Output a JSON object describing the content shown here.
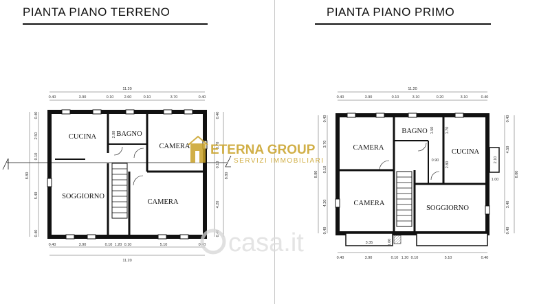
{
  "titles": {
    "ground": "PIANTA PIANO TERRENO",
    "first": "PIANTA PIANO PRIMO"
  },
  "ground_floor": {
    "rooms": {
      "cucina": "CUCINA",
      "bagno": "BAGNO",
      "camera_top": "CAMERA",
      "soggiorno": "SOGGIORNO",
      "camera_bottom": "CAMERA"
    },
    "dims": {
      "top_total": "11.20",
      "top_a": "0.40",
      "top_b": "3.90",
      "top_c": "0.10",
      "top_d": "2.60",
      "top_e": "0.10",
      "top_f": "3.70",
      "top_g": "0.40",
      "bottom_total": "11.20",
      "bottom_a": "0.40",
      "bottom_b": "3.90",
      "bottom_c": "0.10",
      "bottom_d": "1.20",
      "bottom_e": "0.10",
      "bottom_f": "5.10",
      "bottom_g": "0.40",
      "left_total": "8.80",
      "left_a": "0.40",
      "left_b": "2.50",
      "left_c": "0.10",
      "left_d": "5.40",
      "left_e": "0.40",
      "right_total": "8.80",
      "right_a": "0.40",
      "right_b": "3.70",
      "right_c": "0.10",
      "right_d": "4.20",
      "right_e": "0.40",
      "bagno_h": "2.00"
    }
  },
  "first_floor": {
    "rooms": {
      "camera_top": "CAMERA",
      "bagno": "BAGNO",
      "cucina": "CUCINA",
      "camera_bottom": "CAMERA",
      "soggiorno": "SOGGIORNO"
    },
    "dims": {
      "top_total": "11.20",
      "top_a": "0.40",
      "top_b": "3.90",
      "top_c": "0.10",
      "top_d": "3.10",
      "top_e": "0.20",
      "top_f": "3.10",
      "top_g": "0.40",
      "bottom_a": "0.40",
      "bottom_b": "3.90",
      "bottom_c": "0.10",
      "bottom_d": "1.20",
      "bottom_e": "0.10",
      "bottom_f": "5.10",
      "bottom_g": "0.40",
      "stair_w": "3.35",
      "stair_h": "1.00",
      "left_total": "8.80",
      "left_a": "0.40",
      "left_b": "3.70",
      "left_c": "0.10",
      "left_d": "4.20",
      "left_e": "0.40",
      "right_total": "8.80",
      "right_a": "0.40",
      "right_b": "4.50",
      "right_c": "3.40",
      "right_d": "0.40",
      "bagno_h": "1.50",
      "cucina_w": "1.70",
      "cucina_h": "2.80",
      "hall_w": "0.90",
      "balcony_h": "2.10",
      "balcony_w": "1.00"
    }
  },
  "watermark": {
    "logo_main": "ETERNA GROUP",
    "logo_sub": "SERVIZI IMMOBILIARI",
    "logo_accent": "#c9a227",
    "site": "casa.it"
  },
  "icons": [
    "house-icon"
  ]
}
